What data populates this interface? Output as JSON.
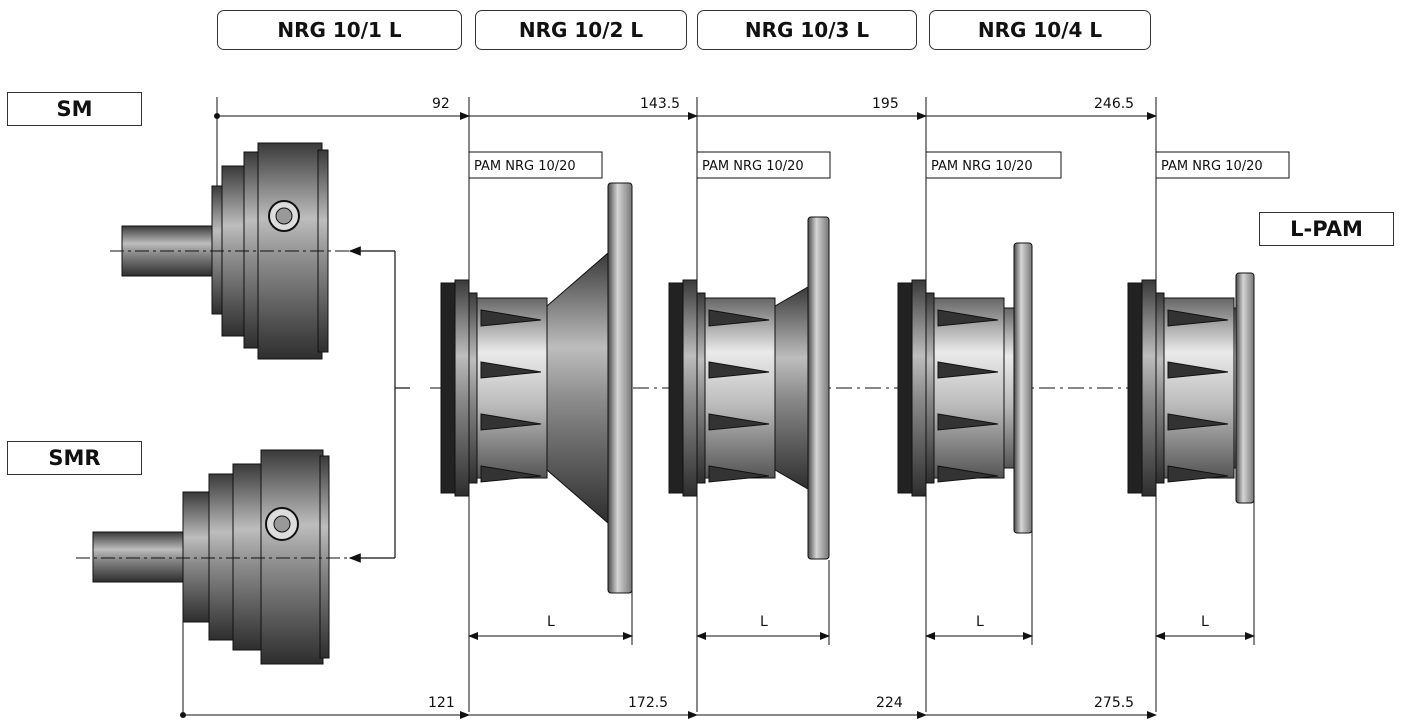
{
  "tabs": [
    "NRG 10/1 L",
    "NRG 10/2 L",
    "NRG 10/3 L",
    "NRG 10/4 L"
  ],
  "labels": {
    "sm": "SM",
    "smr": "SMR",
    "lpam": "L-PAM"
  },
  "pam_label": "PAM NRG 10/20",
  "length_label": "L",
  "top_dims": [
    "92",
    "143.5",
    "195",
    "246.5"
  ],
  "bottom_dims": [
    "121",
    "172.5",
    "224",
    "275.5"
  ]
}
